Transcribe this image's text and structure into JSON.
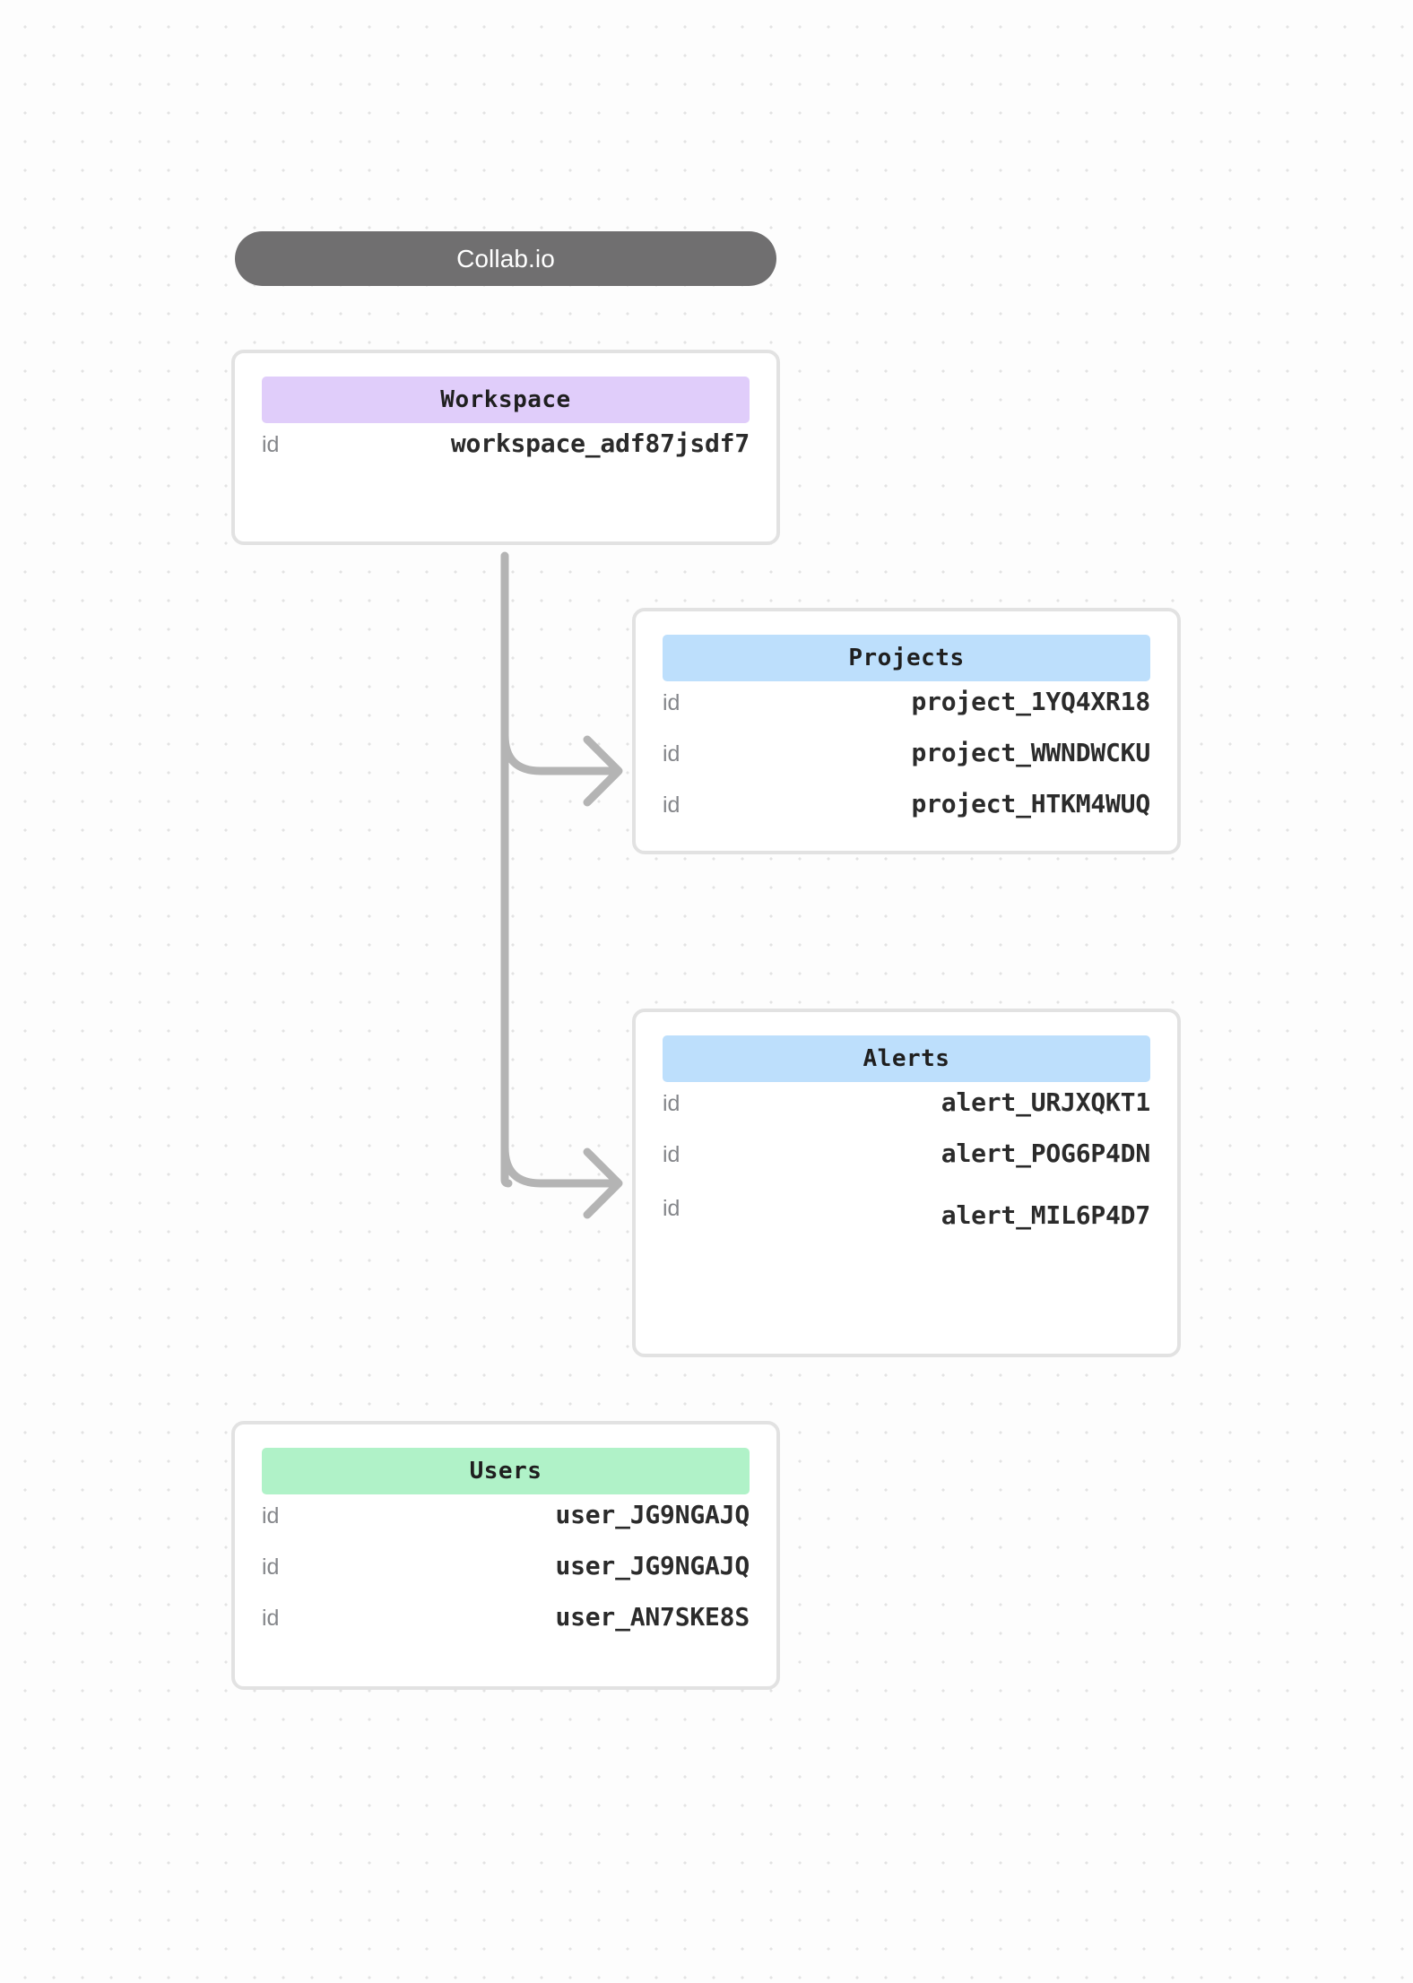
{
  "diagram": {
    "root": {
      "label": "Collab.io"
    },
    "entities": [
      {
        "id": "workspace",
        "title": "Workspace",
        "accent": "#e0cdfa",
        "rows": [
          {
            "key": "id",
            "value": "workspace_adf87jsdf7"
          }
        ]
      },
      {
        "id": "projects",
        "title": "Projects",
        "accent": "#bddffc",
        "rows": [
          {
            "key": "id",
            "value": "project_1YQ4XR18"
          },
          {
            "key": "id",
            "value": "project_WWNDWCKU"
          },
          {
            "key": "id",
            "value": "project_HTKM4WUQ"
          }
        ]
      },
      {
        "id": "alerts",
        "title": "Alerts",
        "accent": "#bddffc",
        "rows": [
          {
            "key": "id",
            "value": "alert_URJXQKT1"
          },
          {
            "key": "id",
            "value": "alert_POG6P4DN"
          },
          {
            "key": "id",
            "value": "alert_MIL6P4D7"
          }
        ]
      },
      {
        "id": "users",
        "title": "Users",
        "accent": "#b0f2c8",
        "rows": [
          {
            "key": "id",
            "value": "user_JG9NGAJQ"
          },
          {
            "key": "id",
            "value": "user_JG9NGAJQ"
          },
          {
            "key": "id",
            "value": "user_AN7SKE8S"
          }
        ]
      }
    ],
    "connectors": [
      {
        "from": "workspace",
        "to": "projects"
      },
      {
        "from": "workspace",
        "to": "alerts"
      }
    ],
    "colors": {
      "canvas_background": "#fdfdfd",
      "dot_grid": "#e3e3e3",
      "card_border": "#e2e2e2",
      "card_background": "#ffffff",
      "connector": "#b4b4b4",
      "root_pill": "#706f70",
      "root_pill_text": "#ffffff",
      "row_key_text": "#84868a",
      "row_value_text": "#2b2b2b"
    }
  }
}
